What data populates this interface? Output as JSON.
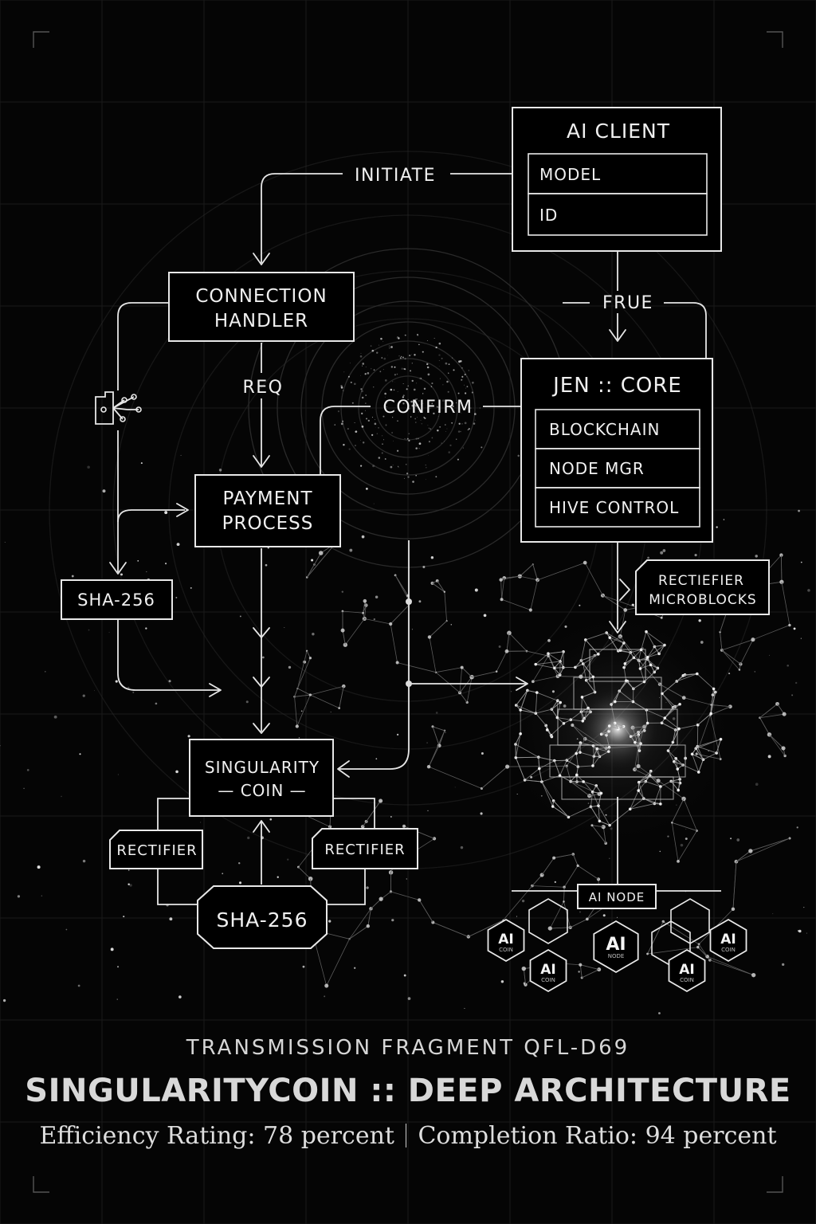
{
  "nodes": {
    "ai_client": {
      "title": "AI CLIENT",
      "fields": [
        "MODEL",
        "ID"
      ]
    },
    "connection_handler": {
      "lines": [
        "CONNECTION",
        "HANDLER"
      ]
    },
    "payment_process": {
      "lines": [
        "PAYMENT",
        "PROCESS"
      ]
    },
    "jen_core": {
      "title": "JEN :: CORE",
      "fields": [
        "BLOCKCHAIN",
        "NODE MGR",
        "HIVE CONTROL"
      ]
    },
    "rectiefier_microblocks": {
      "lines": [
        "RECTIEFIER",
        "MICROBLOCKS"
      ]
    },
    "sha256_left": "SHA-256",
    "singularity_coin": {
      "lines": [
        "SINGULARITY",
        "— COIN —"
      ]
    },
    "rectifier_left": "RECTIFIER",
    "rectifier_right": "RECTIFIER",
    "sha256_bottom": "SHA-256",
    "ai_node": "AI NODE"
  },
  "edges": {
    "initiate": "INITIATE",
    "frue": "FRUE",
    "req": "REQ",
    "confirm": "CONFIRM"
  },
  "hex_nodes": [
    {
      "label": "AI",
      "sub": "COIN"
    },
    {
      "label": "AI",
      "sub": "COIN"
    },
    {
      "label": "AI",
      "sub": "NODE"
    },
    {
      "label": "AI",
      "sub": "COIN"
    },
    {
      "label": "AI",
      "sub": "COIN"
    }
  ],
  "footer": {
    "subtitle": "TRANSMISSION FRAGMENT QFL-D69",
    "title": "SINGULARITYCOIN :: DEEP ARCHITECTURE",
    "efficiency": "Efficiency Rating: 78 percent",
    "completion": "Completion Ratio: 94 percent"
  },
  "colors": {
    "background": "#050505",
    "line": "#e6e6e6",
    "text": "#f0f0f0"
  }
}
